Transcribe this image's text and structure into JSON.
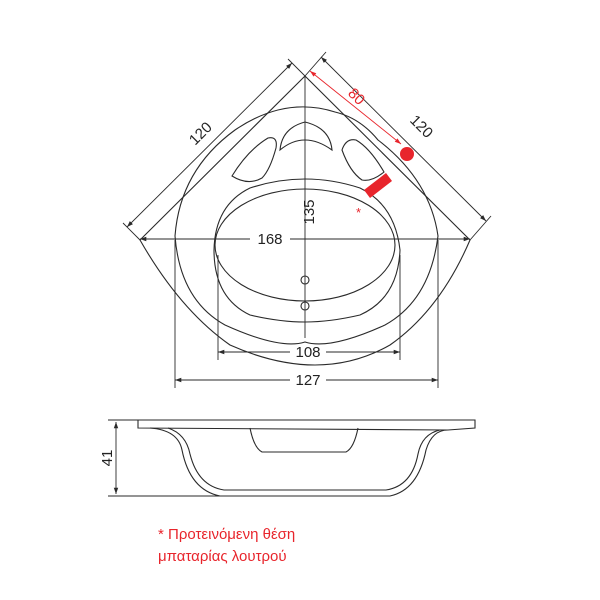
{
  "dimensions": {
    "side_left": "120",
    "side_right": "120",
    "faucet_offset": "80",
    "depth_inner": "135",
    "width_inner": "168",
    "basin_width": "108",
    "outer_width": "127",
    "height": "41"
  },
  "faucet_marker": "*",
  "note": {
    "line1": "* Προτεινόμενη θέση",
    "line2": "μπαταρίας λουτρού"
  },
  "colors": {
    "line": "#2a2a2a",
    "accent": "#e8252c"
  }
}
